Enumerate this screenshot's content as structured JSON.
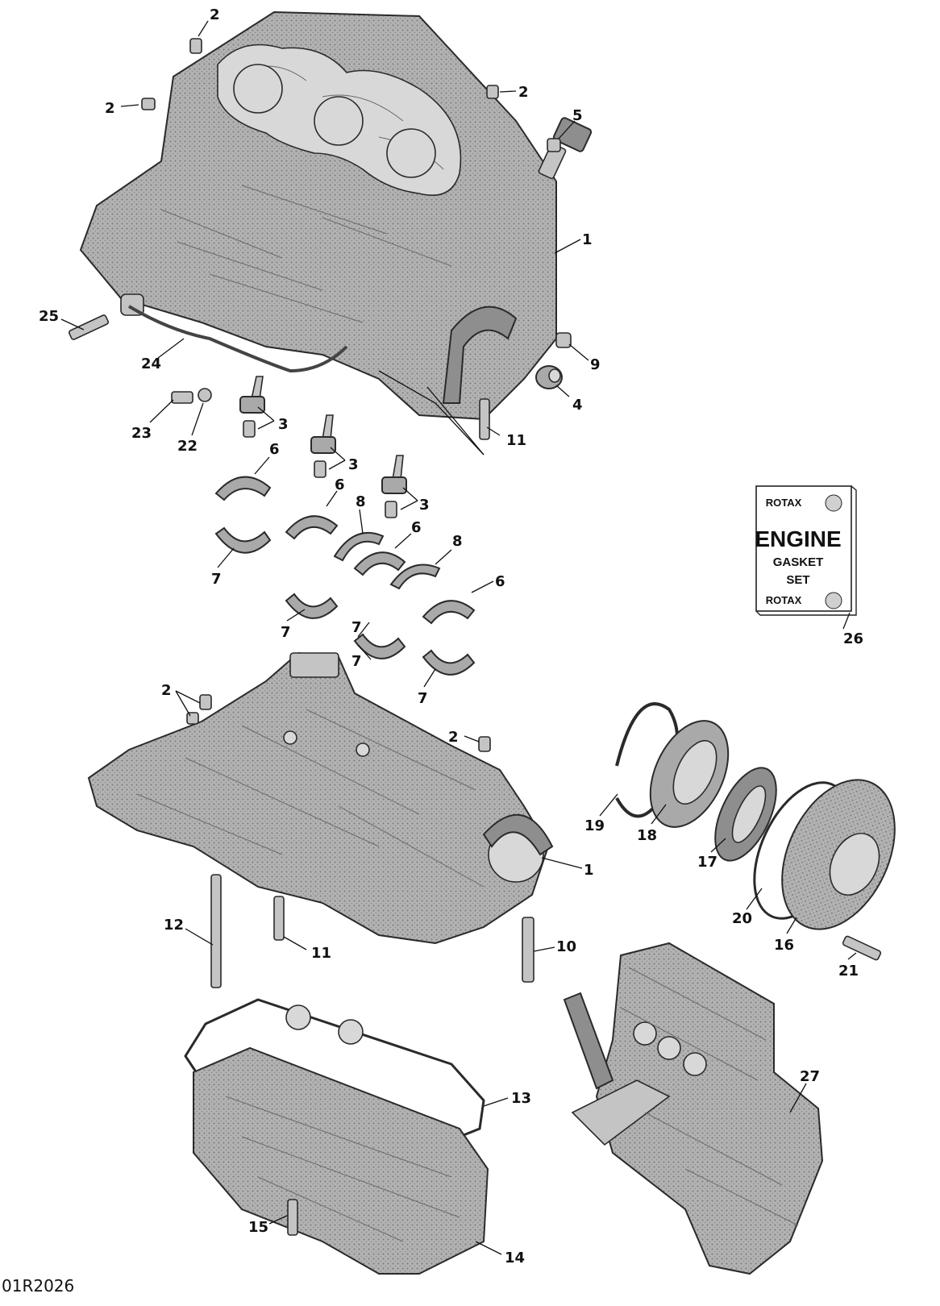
{
  "diagram": {
    "reference_code": "01R2026",
    "callouts": {
      "c1": "1",
      "c2": "2",
      "c3": "3",
      "c4": "4",
      "c5": "5",
      "c6": "6",
      "c7": "7",
      "c8": "8",
      "c9": "9",
      "c10": "10",
      "c11": "11",
      "c12": "12",
      "c13": "13",
      "c14": "14",
      "c15": "15",
      "c16": "16",
      "c17": "17",
      "c18": "18",
      "c19": "19",
      "c20": "20",
      "c21": "21",
      "c22": "22",
      "c23": "23",
      "c24": "24",
      "c25": "25",
      "c26": "26",
      "c27": "27"
    },
    "gasket_kit": {
      "brand": "ROTAX",
      "line1": "ENGINE",
      "line2": "GASKET",
      "line3": "SET"
    }
  },
  "colors": {
    "part_fill": "#a9a9a9",
    "outline": "#2a2a2a",
    "background": "#ffffff"
  }
}
